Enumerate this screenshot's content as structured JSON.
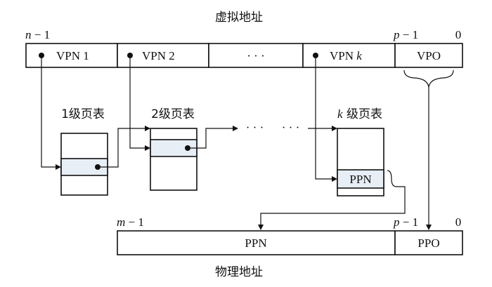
{
  "virtual_address": {
    "title": "虚拟地址",
    "left_bit_var": "n",
    "left_bit_suffix": " − 1",
    "split_bit_var": "p",
    "split_bit_suffix": " − 1",
    "right_bit": "0",
    "fields": {
      "vpn1": "VPN 1",
      "vpn2": "VPN 2",
      "ellipsis": "· · ·",
      "vpnk_prefix": "VPN ",
      "vpnk_var": "k",
      "vpo": "VPO"
    }
  },
  "page_tables": {
    "level1_label": "1级页表",
    "level2_label": "2级页表",
    "levelk_var": "k",
    "levelk_suffix": " 级页表",
    "chain_ellipsis": "· · ·      · · ·",
    "ppn_entry": "PPN"
  },
  "physical_address": {
    "title": "物理地址",
    "left_bit_var": "m",
    "left_bit_suffix": " − 1",
    "split_bit_var": "p",
    "split_bit_suffix": " − 1",
    "right_bit": "0",
    "fields": {
      "ppn": "PPN",
      "ppo": "PPO"
    }
  }
}
